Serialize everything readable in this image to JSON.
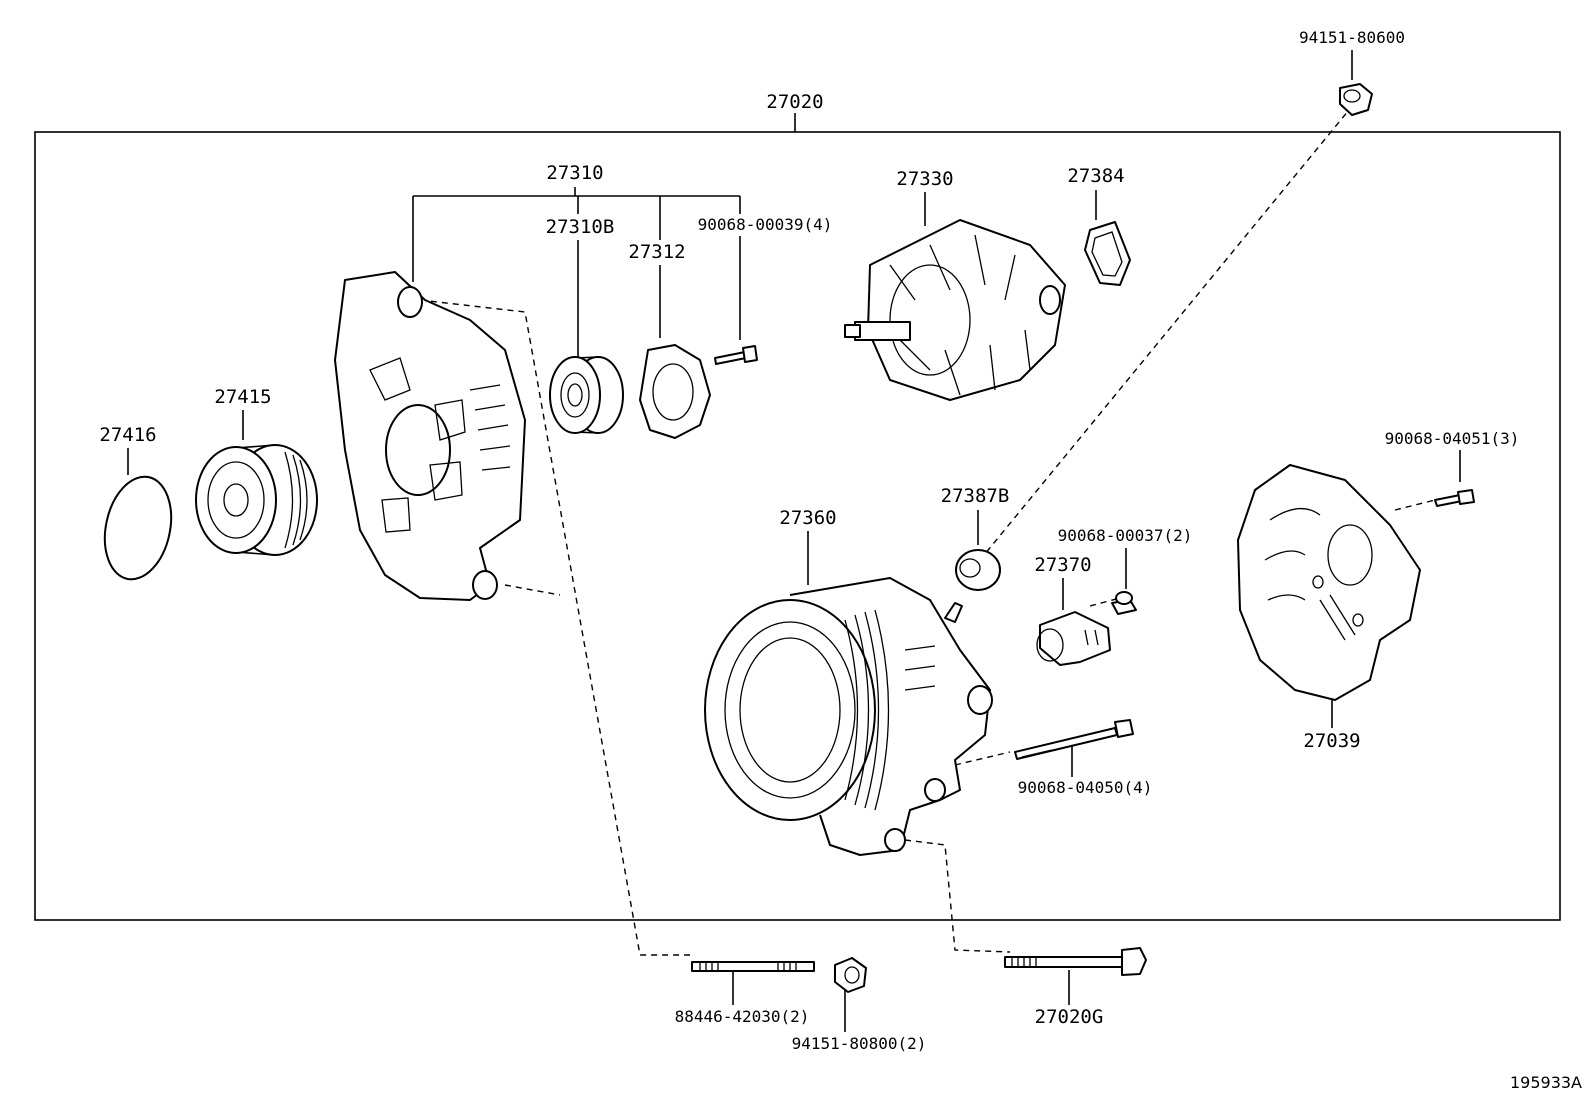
{
  "illustration_number": "195933A",
  "part_labels": {
    "p27020": "27020",
    "p94151_80600": "94151-80600",
    "p27310": "27310",
    "p27310b": "27310B",
    "p27312": "27312",
    "p90068_00039": "90068-00039(4)",
    "p27330": "27330",
    "p27384": "27384",
    "p27416": "27416",
    "p27415": "27415",
    "p90068_04051": "90068-04051(3)",
    "p27387b": "27387B",
    "p27360": "27360",
    "p90068_00037": "90068-00037(2)",
    "p27370": "27370",
    "p27039": "27039",
    "p90068_04050": "90068-04050(4)",
    "p88446_42030": "88446-42030(2)",
    "p94151_80800": "94151-80800(2)",
    "p27020g": "27020G"
  }
}
